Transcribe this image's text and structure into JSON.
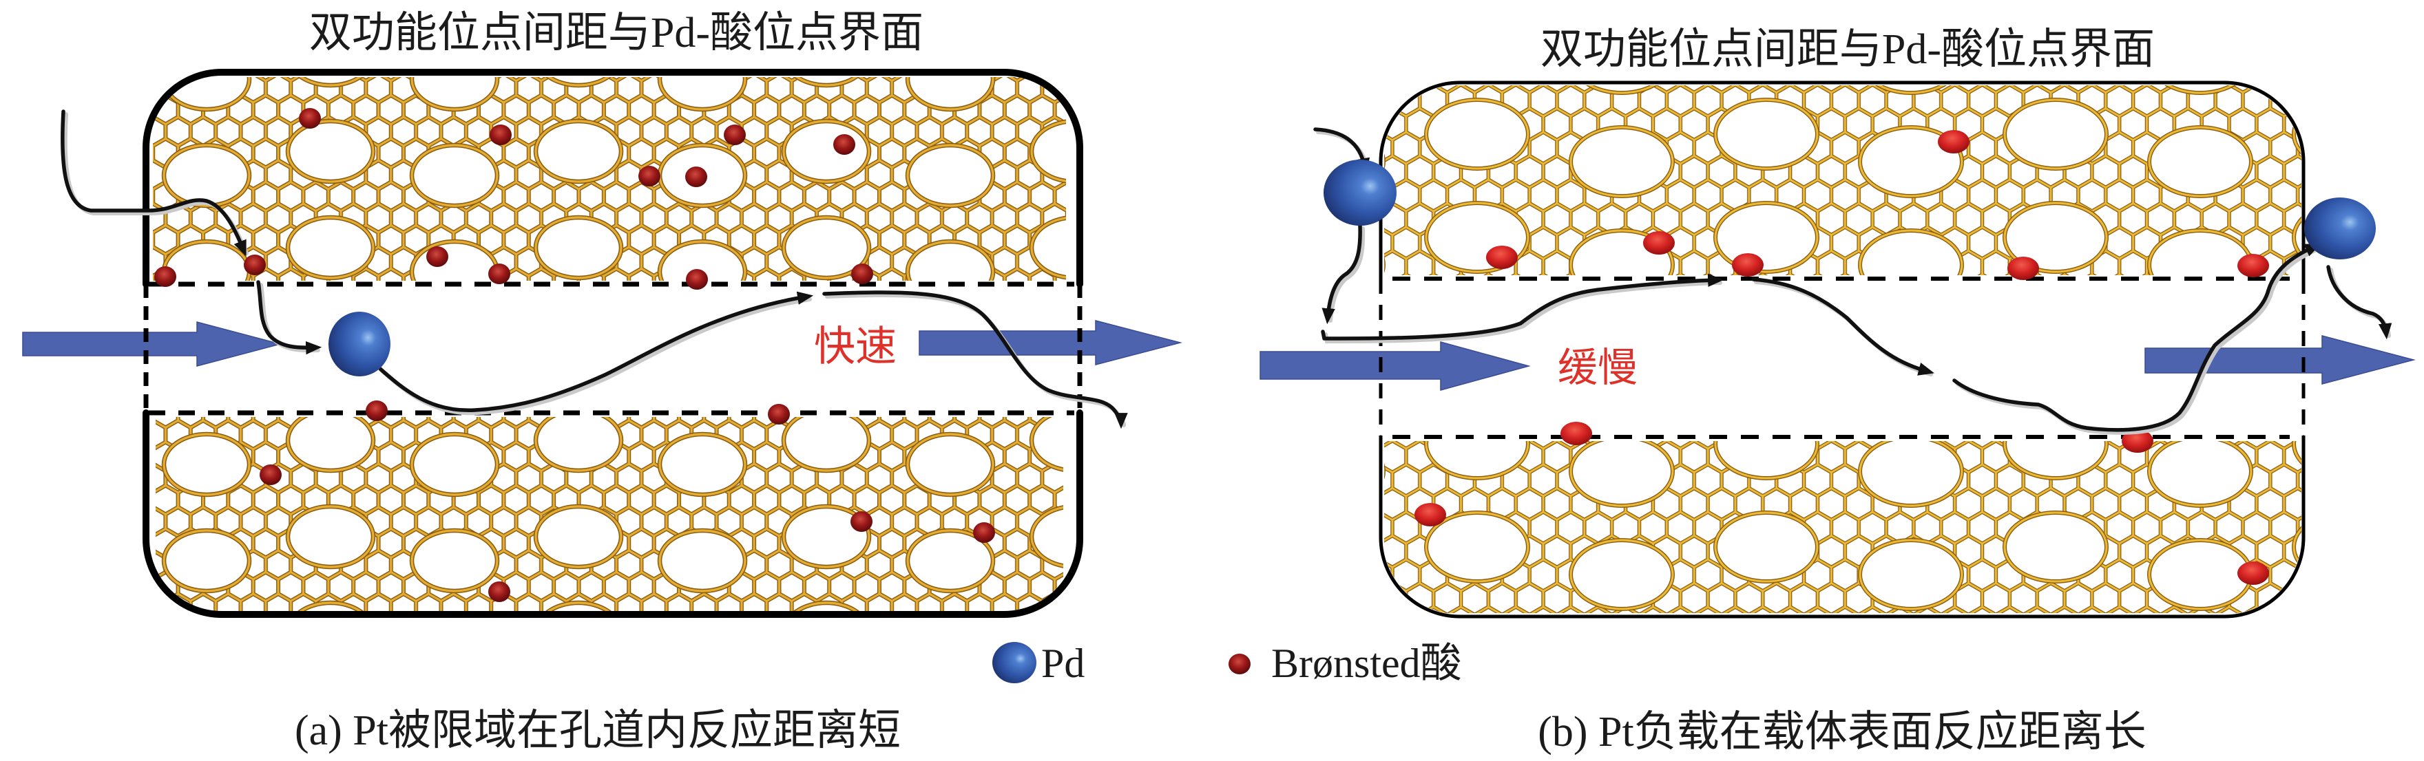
{
  "figure": {
    "panel_a": {
      "title": "双功能位点间距与Pd-酸位点界面",
      "speed_label": "快速",
      "caption": "(a) Pt被限域在孔道内反应距离短"
    },
    "panel_b": {
      "title": "双功能位点间距与Pd-酸位点界面",
      "speed_label": "缓慢",
      "caption": "(b) Pt负载在载体表面反应距离长"
    },
    "legend": {
      "pd": {
        "label": "Pd",
        "icon": "pd-sphere-icon"
      },
      "acid": {
        "label": "Brønsted酸",
        "icon": "bronsted-acid-dot-icon"
      }
    }
  },
  "colors": {
    "framework": "#e3ac32",
    "framework_b": "#eab935",
    "framework_shadow": "#8a5a0e",
    "pd_sphere": "#2f55a8",
    "pd_highlight": "#9cc4f0",
    "pd_shadow": "#1a2d66",
    "acid_site_a": "#9a1818",
    "acid_site_a_dark": "#560909",
    "acid_site_b": "#d42222",
    "acid_site_b_dark": "#8a0c0c",
    "flow_arrow": "#4e63ad",
    "speed_text": "#e0302a",
    "outline": "#000000"
  }
}
